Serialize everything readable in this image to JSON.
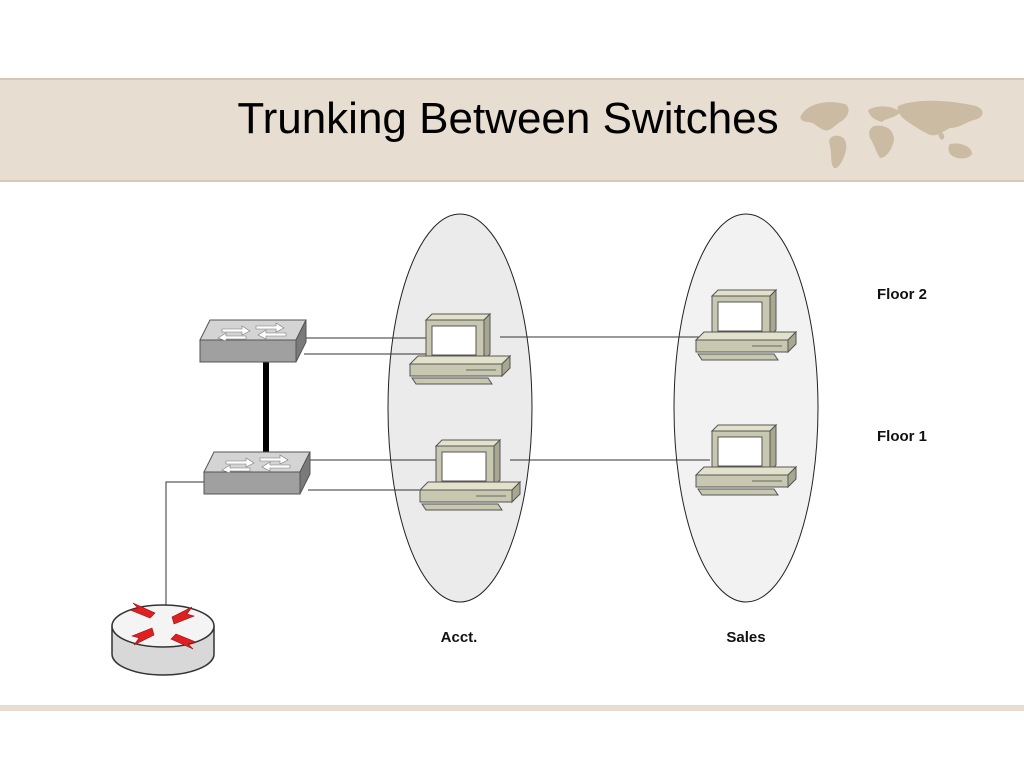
{
  "slide": {
    "title": "Trunking Between Switches"
  },
  "diagram": {
    "vlans": [
      {
        "label": "Acct."
      },
      {
        "label": "Sales"
      }
    ],
    "floors": [
      {
        "label": "Floor 2"
      },
      {
        "label": "Floor 1"
      }
    ]
  },
  "colors": {
    "header_band": "#e7ddd1",
    "map": "#c9b89f",
    "vlan_fill": "#ebebeb",
    "router_arrows": "#e02020",
    "pc_body": "#c8c8b0"
  }
}
